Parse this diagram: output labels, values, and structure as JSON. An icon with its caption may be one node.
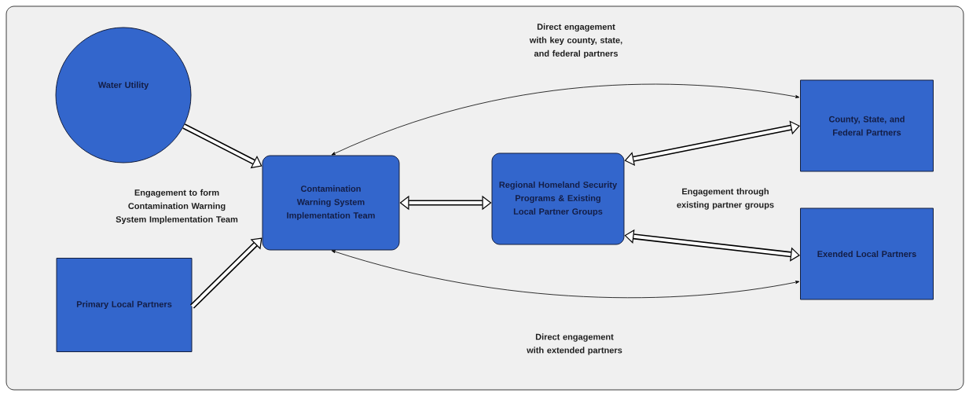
{
  "diagram": {
    "nodes": [
      {
        "text": [
          "Water Utility"
        ]
      },
      {
        "text": [
          "Primary Local Partners"
        ]
      },
      {
        "text": [
          "Contamination Warning System Implementation Team"
        ]
      },
      {
        "text": [
          "Regional Homeland Security Programs & Existing Local Partner Groups"
        ]
      },
      {
        "text": [
          "County, State, and Federal Partners"
        ]
      },
      {
        "text": [
          "Exended Local Partners"
        ]
      }
    ],
    "edges": [
      {
        "from": 0,
        "to": 2,
        "arrow": "to"
      },
      {
        "from": 1,
        "to": 2,
        "arrow": "to"
      },
      {
        "from": 2,
        "to": 3,
        "arrow": "both"
      },
      {
        "from": 3,
        "to": 4,
        "arrow": "both"
      },
      {
        "from": 3,
        "to": 5,
        "arrow": "both"
      },
      {
        "from": 2,
        "to": 4,
        "arrow": "both",
        "label": "Direct engagement with key county, state, and federal partners"
      },
      {
        "from": 2,
        "to": 5,
        "arrow": "both",
        "label": "Direct engagement with extended partners"
      }
    ],
    "labels": [
      "Engagement to form Contamination Warning System Implementation Team",
      "Engagement through existing partner groups"
    ]
  }
}
